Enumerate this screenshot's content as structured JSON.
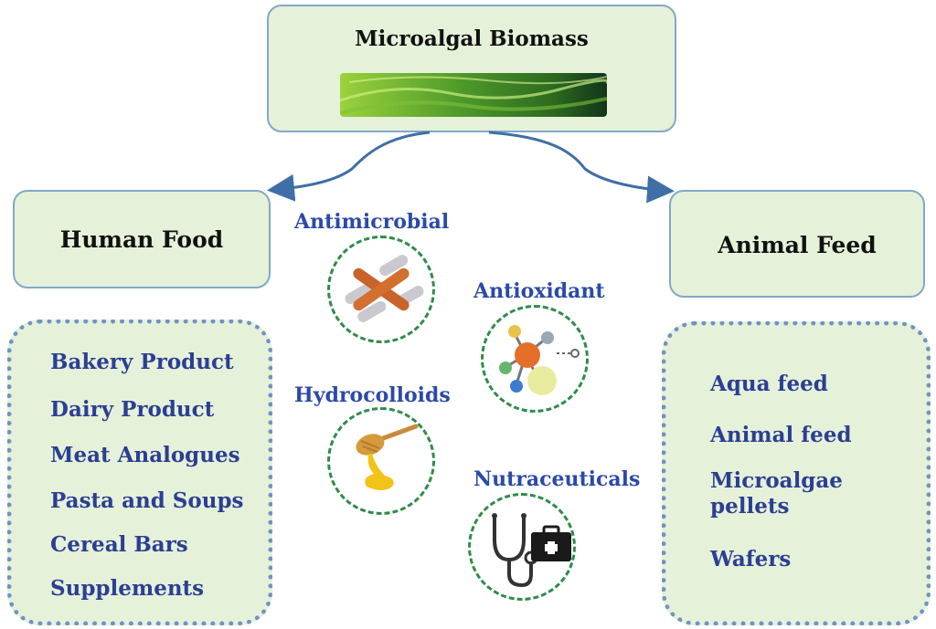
{
  "top": {
    "title": "Microalgal Biomass"
  },
  "left": {
    "title": "Human Food",
    "items": [
      "Bakery Product",
      "Dairy Product",
      "Meat Analogues",
      "Pasta and Soups",
      "Cereal Bars",
      "Supplements"
    ]
  },
  "right": {
    "title": "Animal Feed",
    "items": [
      "Aqua feed",
      "Animal  feed",
      "Microalgae\npellets",
      "Wafers"
    ]
  },
  "properties": {
    "antimicrobial": "Antimicrobial",
    "antioxidant": "Antioxidant",
    "hydrocolloids": "Hydrocolloids",
    "nutraceuticals": "Nutraceuticals"
  },
  "icons": [
    "algae-photo",
    "bacteria-icon",
    "molecule-icon",
    "honey-dipper-icon",
    "stethoscope-icon",
    "medical-kit-icon"
  ],
  "colors": {
    "box_fill": "#e6f1d9",
    "item_text": "#2b3f93",
    "circle_dash": "#2f8c4a",
    "arrow": "#3f6fa6"
  }
}
